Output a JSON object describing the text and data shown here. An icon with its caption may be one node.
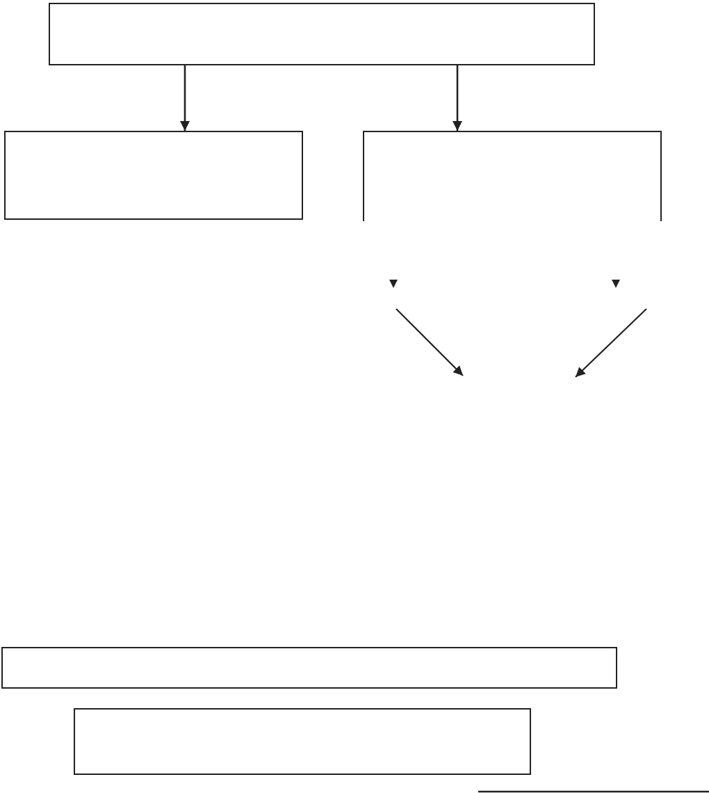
{
  "diagram": {
    "nodes": [
      {
        "text": [],
        "shape": "box"
      },
      {
        "text": [],
        "shape": "box"
      },
      {
        "text": [],
        "shape": "box"
      },
      {
        "text": [],
        "shape": "box"
      },
      {
        "text": [],
        "shape": "box"
      }
    ],
    "edges": [
      {
        "from": 0,
        "to": 1,
        "arrow": "to"
      },
      {
        "from": 0,
        "to": 2,
        "arrow": "to"
      }
    ]
  }
}
